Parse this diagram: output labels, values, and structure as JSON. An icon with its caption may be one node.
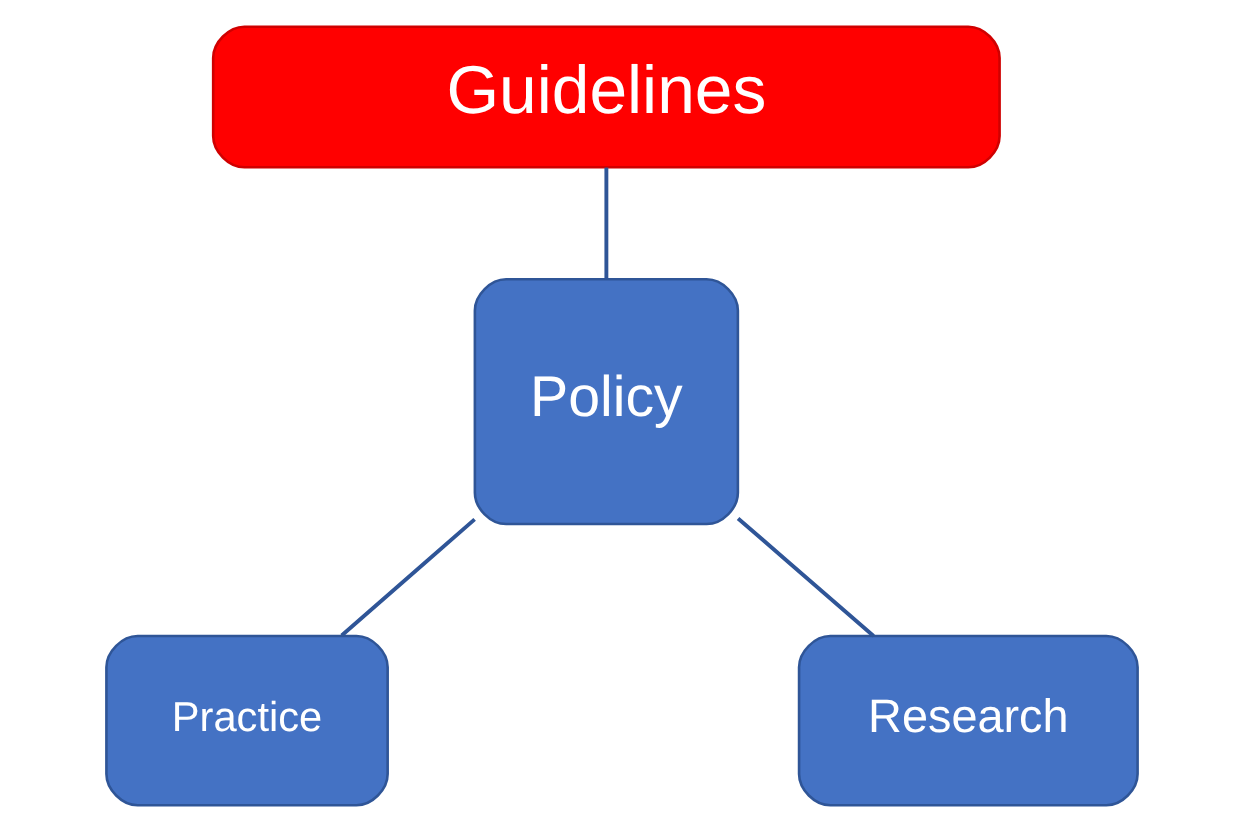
{
  "diagram": {
    "nodes": [
      {
        "text": [
          "Guidelines"
        ]
      },
      {
        "text": [
          "Policy"
        ]
      },
      {
        "text": [
          "Practice"
        ]
      },
      {
        "text": [
          "Research"
        ]
      }
    ],
    "edges": [
      {
        "from": 0,
        "to": 1,
        "arrow": "none"
      },
      {
        "from": 1,
        "to": 2,
        "arrow": "none"
      },
      {
        "from": 1,
        "to": 3,
        "arrow": "none"
      }
    ]
  }
}
